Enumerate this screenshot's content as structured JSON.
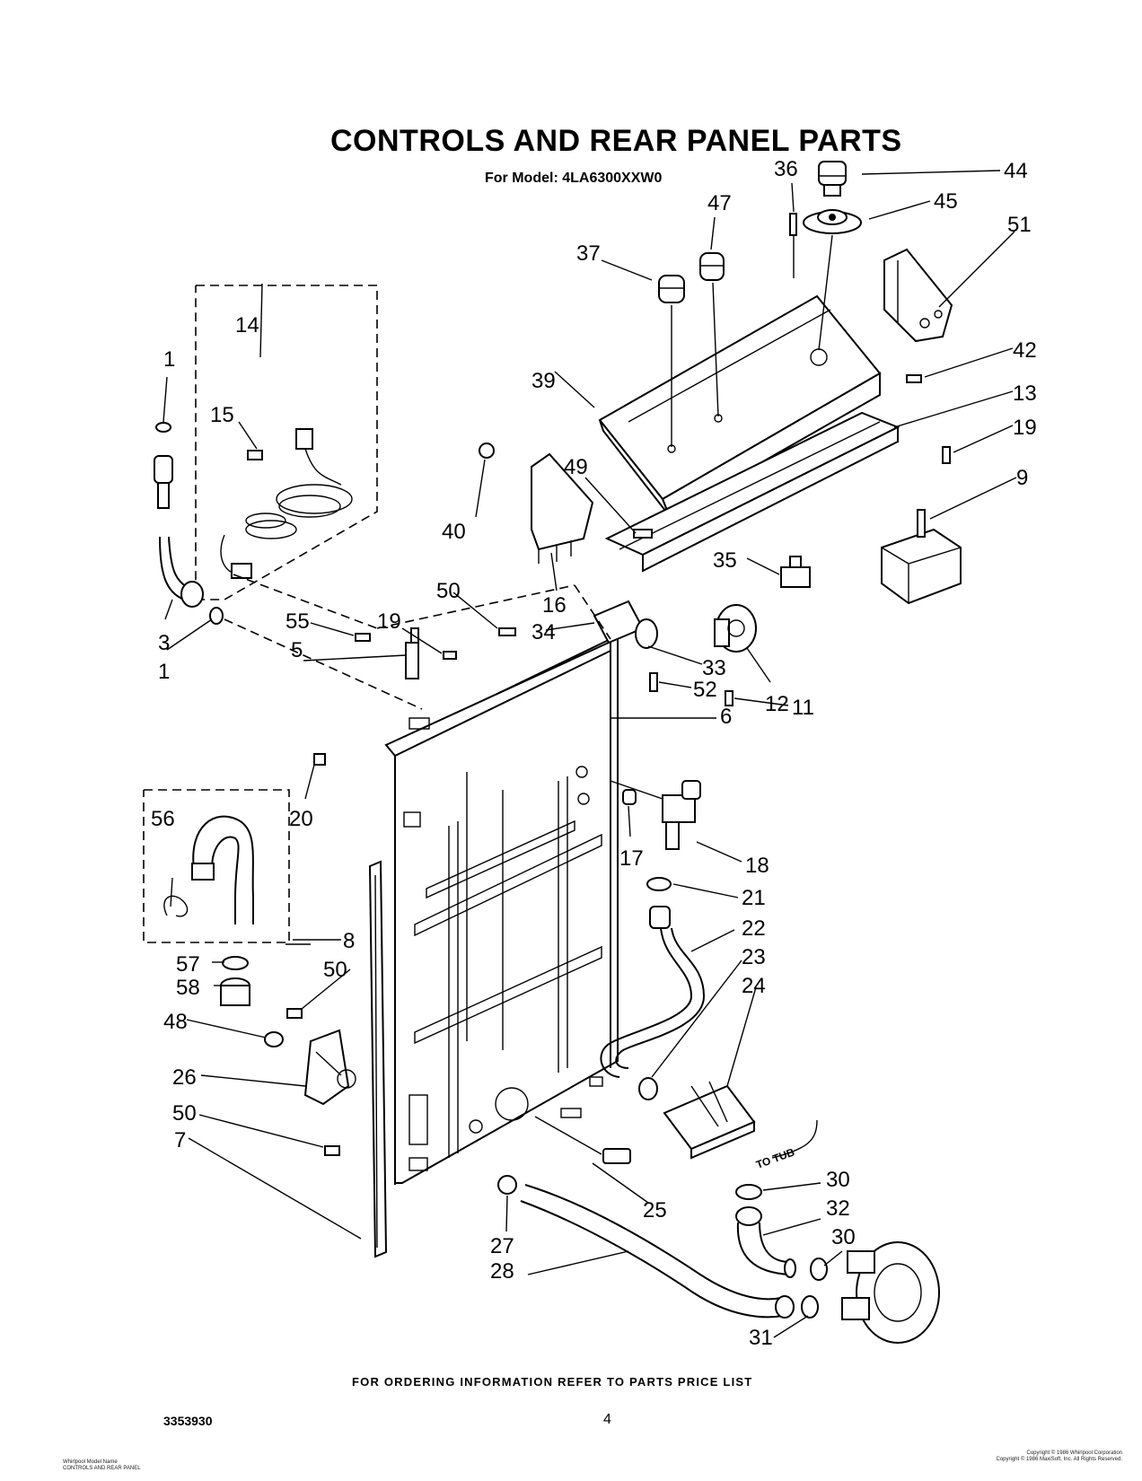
{
  "page": {
    "title": "CONTROLS AND REAR PANEL PARTS",
    "model_line": "For Model: 4LA6300XXW0",
    "ordering_note": "FOR ORDERING INFORMATION REFER TO PARTS PRICE LIST",
    "document_number": "3353930",
    "page_number": "4",
    "footer_left": [
      "Whirlpool Model Name",
      "CONTROLS AND REAR PANEL"
    ],
    "footer_right": [
      "Copyright © 1986 Whirlpool Corporation",
      "Copyright © 1986 MaxiSoft, Inc. All Rights Reserved."
    ]
  },
  "diagram": {
    "callouts": {
      "c1a": "1",
      "c1b": "1",
      "c3": "3",
      "c5": "5",
      "c6": "6",
      "c7": "7",
      "c8": "8",
      "c9": "9",
      "c11": "11",
      "c12": "12",
      "c13": "13",
      "c14": "14",
      "c15": "15",
      "c16": "16",
      "c17": "17",
      "c18": "18",
      "c19a": "19",
      "c19b": "19",
      "c20": "20",
      "c21": "21",
      "c22": "22",
      "c23": "23",
      "c24": "24",
      "c25": "25",
      "c26": "26",
      "c27": "27",
      "c28": "28",
      "c30a": "30",
      "c30b": "30",
      "c31": "31",
      "c32": "32",
      "c33": "33",
      "c34": "34",
      "c35": "35",
      "c36": "36",
      "c37": "37",
      "c39": "39",
      "c40": "40",
      "c42": "42",
      "c44": "44",
      "c45": "45",
      "c47": "47",
      "c48": "48",
      "c49": "49",
      "c50a": "50",
      "c50b": "50",
      "c50c": "50",
      "c51": "51",
      "c52": "52",
      "c55": "55",
      "c56": "56",
      "c57": "57",
      "c58": "58"
    },
    "to_tub": "TO TUB"
  }
}
